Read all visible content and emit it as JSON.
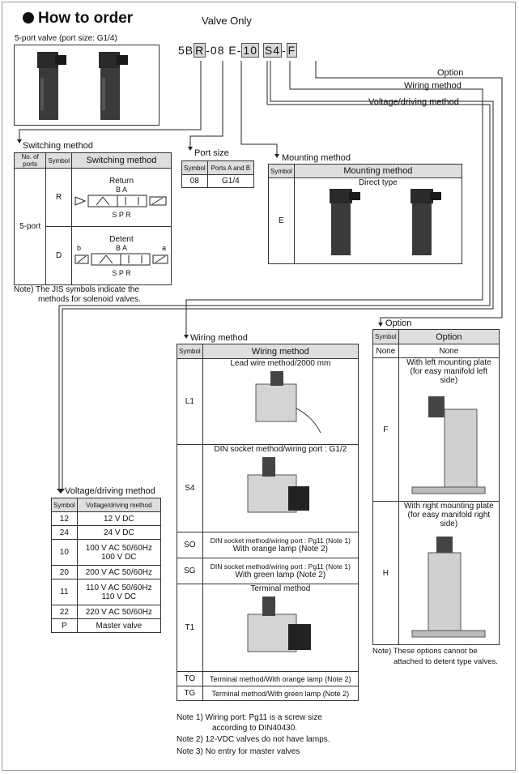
{
  "header": {
    "title": "How to order",
    "subtitle": "Valve Only",
    "valve_desc": "5-port valve (port size: G1/4)"
  },
  "model_code": {
    "p1": "5B",
    "p2": "R",
    "p3": "-",
    "p4": "08",
    "p5": "E",
    "p6": "-",
    "p7": "10",
    "p8": "S4",
    "p9": "-",
    "p10": "F"
  },
  "code_labels": {
    "option": "Option",
    "wiring": "Wiring method",
    "voltage": "Voltage/driving method"
  },
  "switching": {
    "heading": "Switching method",
    "h_ports": "No. of ports",
    "h_symbol": "Symbol",
    "h_method": "Switching method",
    "ports": "5-port",
    "rows": [
      {
        "symbol": "R",
        "name": "Return",
        "top": "B A",
        "bottom": "S P R"
      },
      {
        "symbol": "D",
        "name": "Detent",
        "top": "B A",
        "bottom": "S P R",
        "left": "b",
        "right": "a"
      }
    ],
    "note1": "Note) The JIS symbols indicate the",
    "note2": "methods for solenoid valves."
  },
  "port_size": {
    "heading": "Port size",
    "h_symbol": "Symbol",
    "h_ports": "Ports A and B",
    "symbol": "08",
    "value": "G1/4"
  },
  "mounting": {
    "heading": "Mounting method",
    "h_symbol": "Symbol",
    "h_method": "Mounting method",
    "symbol": "E",
    "name": "Direct type"
  },
  "voltage": {
    "heading": "Voltage/driving method",
    "h_symbol": "Symbol",
    "h_method": "Voltage/driving method",
    "rows": [
      {
        "symbol": "12",
        "l1": "12 V DC",
        "l2": ""
      },
      {
        "symbol": "24",
        "l1": "24 V DC",
        "l2": ""
      },
      {
        "symbol": "10",
        "l1": "100 V AC 50/60Hz",
        "l2": "100 V DC"
      },
      {
        "symbol": "20",
        "l1": "200 V AC 50/60Hz",
        "l2": ""
      },
      {
        "symbol": "11",
        "l1": "110 V AC 50/60Hz",
        "l2": "110 V DC"
      },
      {
        "symbol": "22",
        "l1": "220 V AC 50/60Hz",
        "l2": ""
      },
      {
        "symbol": "P",
        "l1": "Master valve",
        "l2": ""
      }
    ]
  },
  "wiring": {
    "heading": "Wiring method",
    "h_symbol": "Symbol",
    "h_method": "Wiring method",
    "L1": {
      "symbol": "L1",
      "name": "Lead wire method/2000 mm"
    },
    "S4": {
      "symbol": "S4",
      "name": "DIN socket method/wiring port : G1/2"
    },
    "SO": {
      "symbol": "SO",
      "l1": "DIN socket method/wiring port : Pg11 (Note 1)",
      "l2": "With orange lamp  (Note 2)"
    },
    "SG": {
      "symbol": "SG",
      "l1": "DIN socket method/wiring port : Pg11 (Note 1)",
      "l2": "With green lamp  (Note 2)"
    },
    "T1": {
      "symbol": "T1",
      "name": "Terminal method"
    },
    "TO": {
      "symbol": "TO",
      "name": "Terminal method/With orange lamp  (Note 2)"
    },
    "TG": {
      "symbol": "TG",
      "name": "Terminal method/With green lamp  (Note 2)"
    },
    "notes": [
      "Note 1) Wiring port: Pg11 is a screw size",
      "according to DIN40430.",
      "Note 2) 12-VDC valves do not have lamps.",
      "Note 3) No entry for master valves"
    ]
  },
  "option": {
    "heading": "Option",
    "h_symbol": "Symbol",
    "h_option": "Option",
    "none_symbol": "None",
    "none_value": "None",
    "F": {
      "symbol": "F",
      "l1": "With left mounting plate",
      "l2": "(for easy manifold left side)"
    },
    "H": {
      "symbol": "H",
      "l1": "With right mounting plate",
      "l2": "(for easy manifold right side)"
    },
    "note1": "Note) These options cannot be",
    "note2": "attached to detent type valves."
  }
}
